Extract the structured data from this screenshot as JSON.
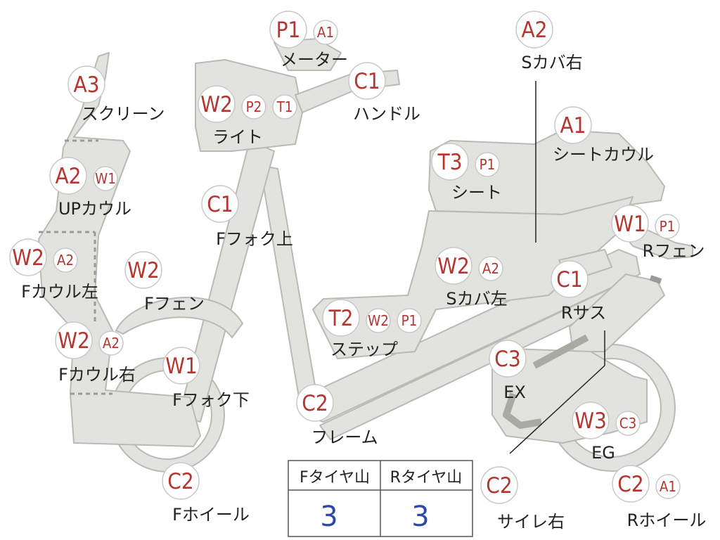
{
  "colors": {
    "part_fill": "#e2e3de",
    "part_stroke": "#b9bab4",
    "badge_fill": "#ffffff",
    "badge_stroke": "#c8c8c8",
    "badge_text": "#b5352f",
    "label_text": "#222222",
    "value_text": "#2b4aa6"
  },
  "parts": [
    {
      "id": "meter",
      "label": "メーター",
      "codes": [
        "P1",
        "A1"
      ]
    },
    {
      "id": "handle",
      "label": "ハンドル",
      "codes": [
        "C1"
      ]
    },
    {
      "id": "light",
      "label": "ライト",
      "codes": [
        "W2",
        "P2",
        "T1"
      ]
    },
    {
      "id": "screen",
      "label": "スクリーン",
      "codes": [
        "A3"
      ]
    },
    {
      "id": "up-cowl",
      "label": "UPカウル",
      "codes": [
        "A2",
        "W1"
      ]
    },
    {
      "id": "f-cowl-left",
      "label": "Fカウル左",
      "codes": [
        "W2",
        "A2"
      ]
    },
    {
      "id": "f-fender",
      "label": "Fフェン",
      "codes": [
        "W2"
      ]
    },
    {
      "id": "f-fork-upper",
      "label": "Fフォク上",
      "codes": [
        "C1"
      ]
    },
    {
      "id": "f-cowl-right",
      "label": "Fカウル右",
      "codes": [
        "W2",
        "A2"
      ]
    },
    {
      "id": "f-fork-lower",
      "label": "Fフォク下",
      "codes": [
        "W1"
      ]
    },
    {
      "id": "f-wheel",
      "label": "Fホイール",
      "codes": [
        "C2"
      ]
    },
    {
      "id": "step",
      "label": "ステップ",
      "codes": [
        "T2",
        "W2",
        "P1"
      ]
    },
    {
      "id": "frame",
      "label": "フレーム",
      "codes": [
        "C2"
      ]
    },
    {
      "id": "s-cover-right",
      "label": "Sカバ右",
      "codes": [
        "A2"
      ]
    },
    {
      "id": "seat-cowl",
      "label": "シートカウル",
      "codes": [
        "A1"
      ]
    },
    {
      "id": "seat",
      "label": "シート",
      "codes": [
        "T3",
        "P1"
      ]
    },
    {
      "id": "r-fender",
      "label": "Rフェン",
      "codes": [
        "W1",
        "P1"
      ]
    },
    {
      "id": "s-cover-left",
      "label": "Sカバ左",
      "codes": [
        "W2",
        "A2"
      ]
    },
    {
      "id": "r-suspension",
      "label": "Rサス",
      "codes": [
        "C1"
      ]
    },
    {
      "id": "exhaust",
      "label": "EX",
      "codes": [
        "C3"
      ]
    },
    {
      "id": "engine",
      "label": "EG",
      "codes": [
        "W3",
        "C3"
      ]
    },
    {
      "id": "r-wheel",
      "label": "Rホイール",
      "codes": [
        "C2",
        "A1"
      ]
    },
    {
      "id": "muffler-right",
      "label": "サイレ右",
      "codes": [
        "C2"
      ]
    }
  ],
  "tire_table": {
    "headers": [
      "Fタイヤ山",
      "Rタイヤ山"
    ],
    "values": [
      "3",
      "3"
    ]
  }
}
